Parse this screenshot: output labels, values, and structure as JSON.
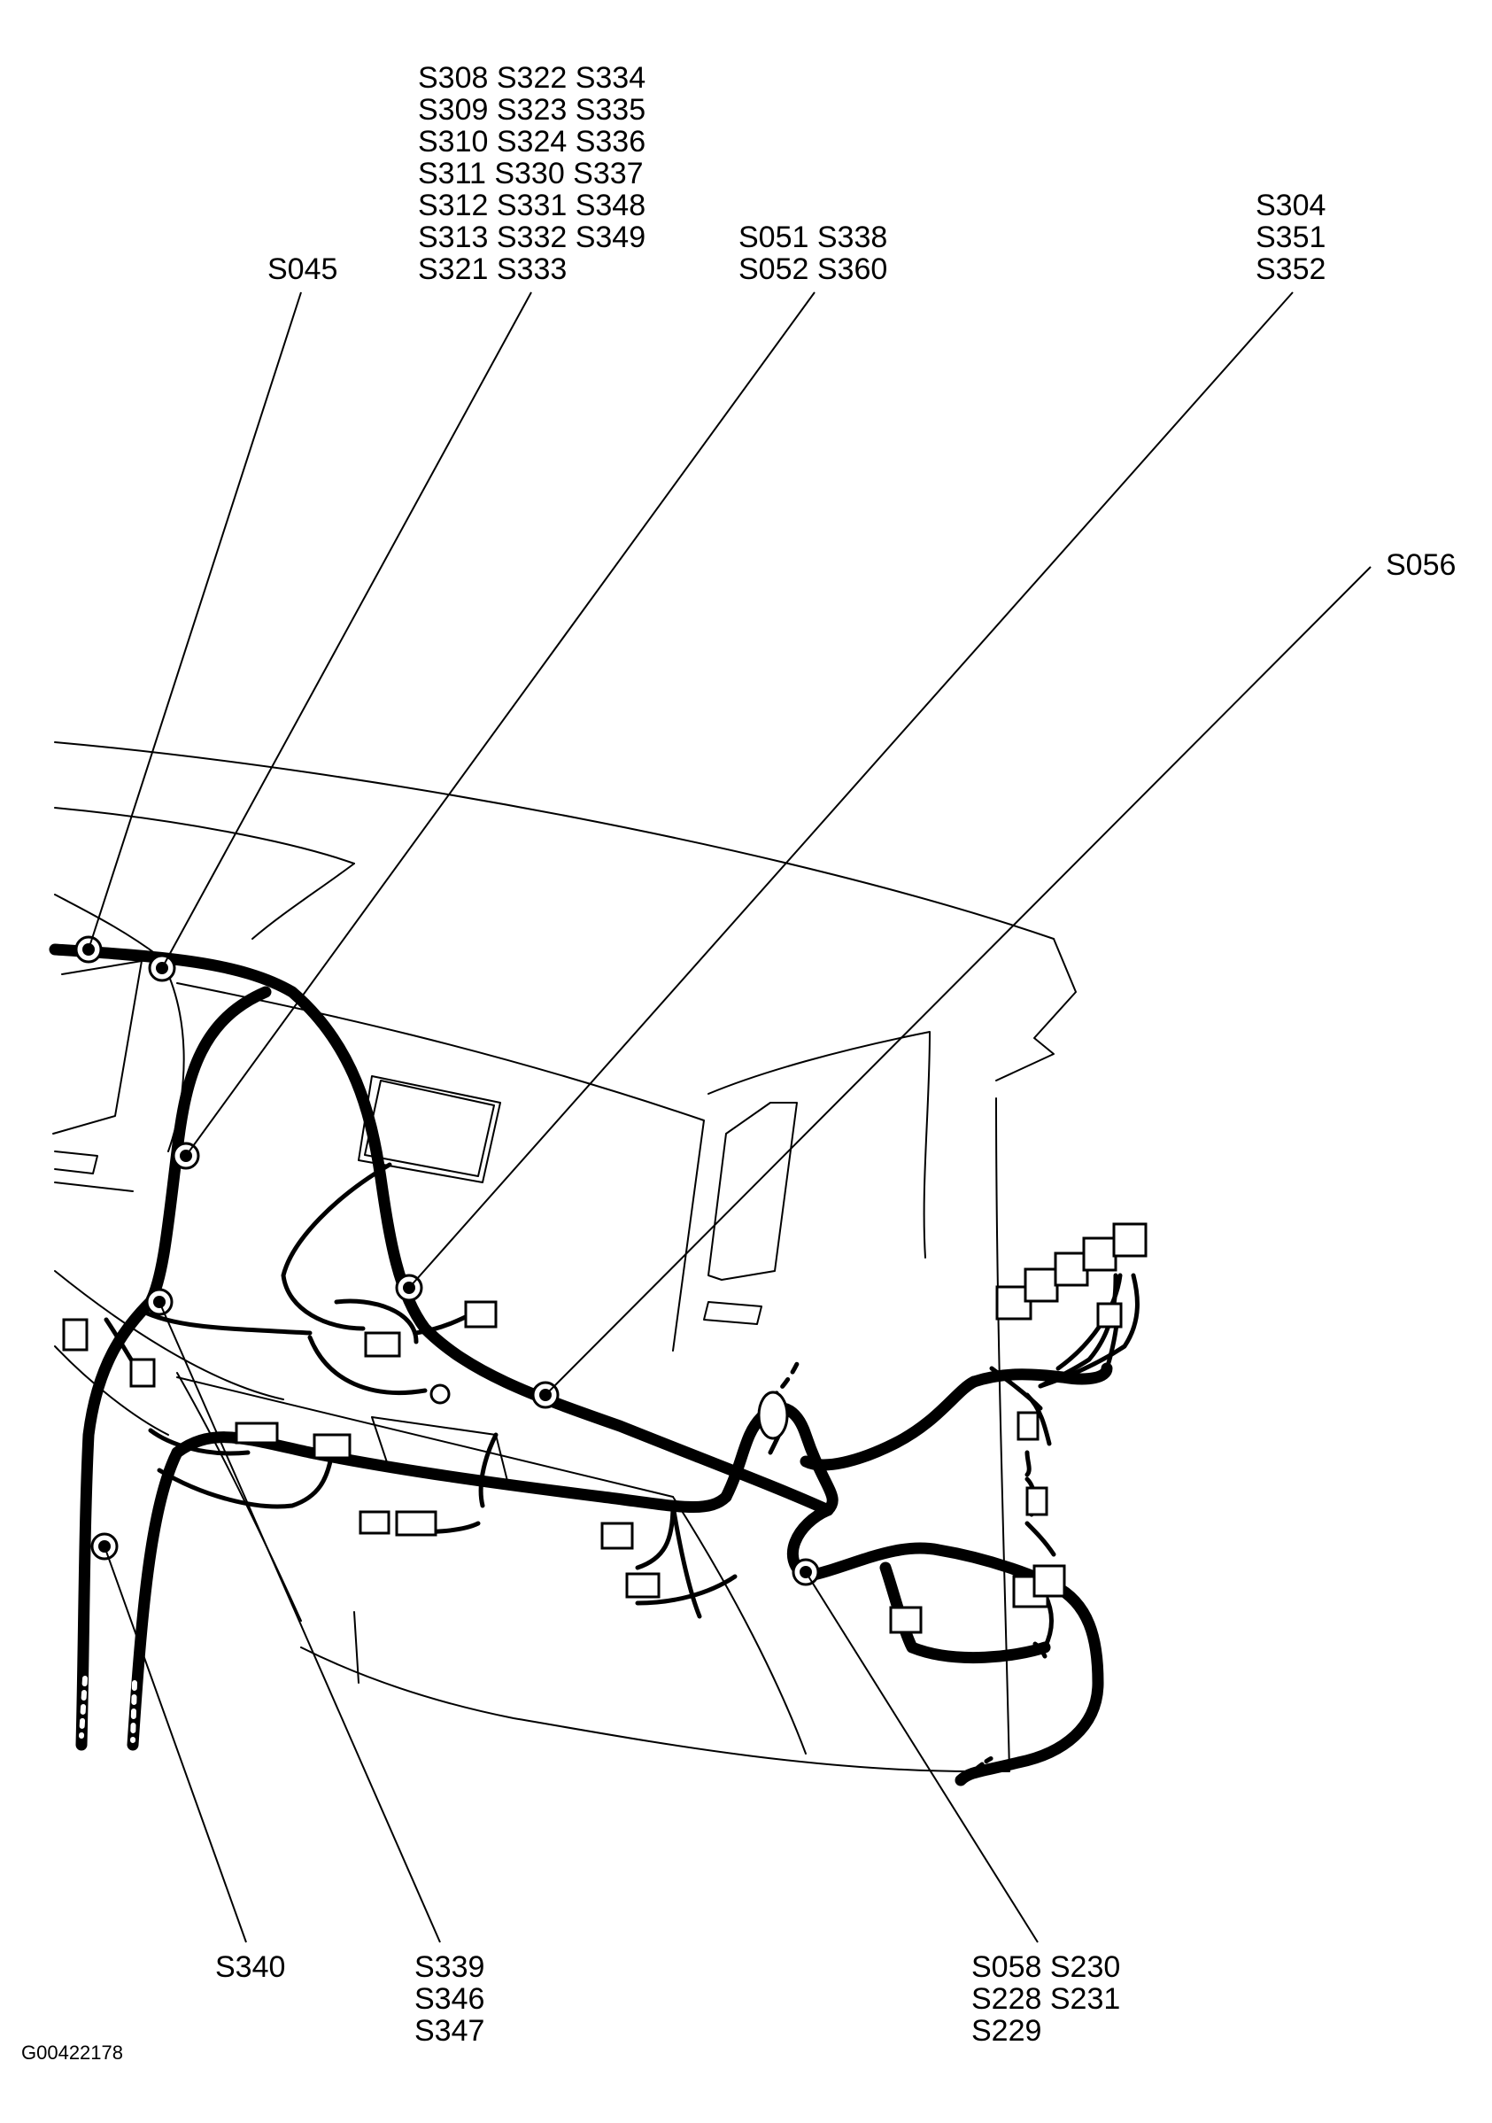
{
  "figure_id": "G00422178",
  "callouts": {
    "s045": [
      "S045"
    ],
    "group_top": [
      "S308 S322 S334",
      "S309 S323 S335",
      "S310 S324 S336",
      "S311 S330 S337",
      "S312 S331 S348",
      "S313 S332 S349",
      "S321 S333"
    ],
    "s051": [
      "S051 S338",
      "S052 S360"
    ],
    "s304": [
      "S304",
      "S351",
      "S352"
    ],
    "s056": [
      "S056"
    ],
    "s340": [
      "S340"
    ],
    "s339": [
      "S339",
      "S346",
      "S347"
    ],
    "s058": [
      "S058 S230",
      "S228 S231",
      "S229"
    ]
  }
}
